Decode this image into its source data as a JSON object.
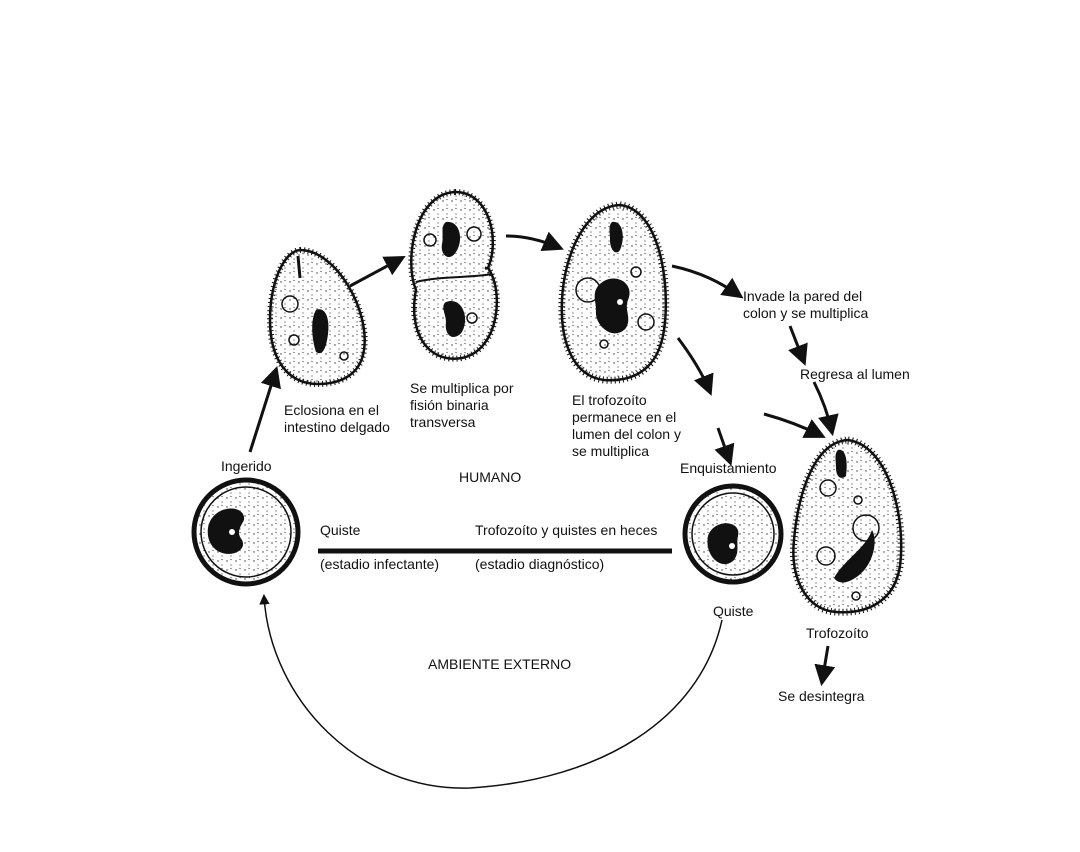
{
  "labels": {
    "hatch": [
      "Eclosiona en el",
      "intestino delgado"
    ],
    "multiply": [
      "Se multiplica por",
      "fisión binaria",
      "transversa"
    ],
    "lumen_stay": [
      "El trofozoíto",
      "permanece en el",
      "lumen del colon y",
      "se multiplica"
    ],
    "invade": [
      "Invade la pared del",
      "colon y se multiplica"
    ],
    "return_lumen": "Regresa al lumen",
    "encyst": "Enquistamiento",
    "ingested": "Ingerido",
    "human": "HUMANO",
    "cyst_left": "Quiste",
    "infective": "(estadio infectante)",
    "feces": "Trofozoíto y quistes en heces",
    "diagnostic": "(estadio diagnóstico)",
    "cyst_right": "Quiste",
    "trophozoite": "Trofozoíto",
    "disintegrates": "Se desintegra",
    "external": "AMBIENTE EXTERNO"
  },
  "colors": {
    "ink": "#111111",
    "paper": "#ffffff"
  },
  "icons": [
    "cyst-icon",
    "trophozoite-icon",
    "dividing-trophozoite-icon",
    "arrow-icon"
  ]
}
